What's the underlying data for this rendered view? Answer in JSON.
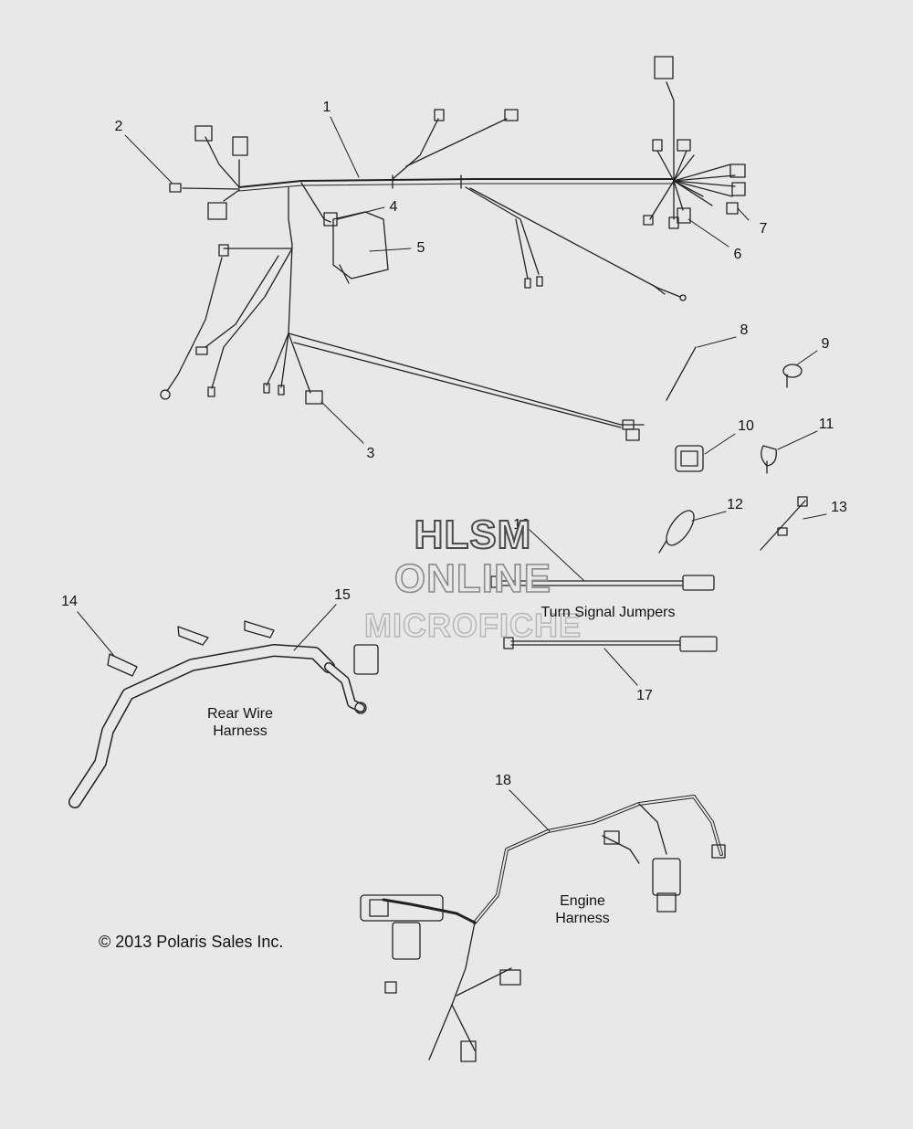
{
  "callouts": [
    "1",
    "2",
    "3",
    "4",
    "5",
    "6",
    "7",
    "8",
    "9",
    "10",
    "11",
    "12",
    "13",
    "14",
    "15",
    "16",
    "17",
    "18"
  ],
  "captions": {
    "turn_signal": "Turn Signal Jumpers",
    "rear_line1": "Rear Wire",
    "rear_line2": "Harness",
    "engine_line1": "Engine",
    "engine_line2": "Harness"
  },
  "watermark": {
    "line1": "HLSM",
    "line2": "ONLINE",
    "line3": "MICROFICHE"
  },
  "copyright": "© 2013 Polaris Sales Inc.",
  "colors": {
    "background": "#e8e8e8",
    "line": "#222222"
  }
}
